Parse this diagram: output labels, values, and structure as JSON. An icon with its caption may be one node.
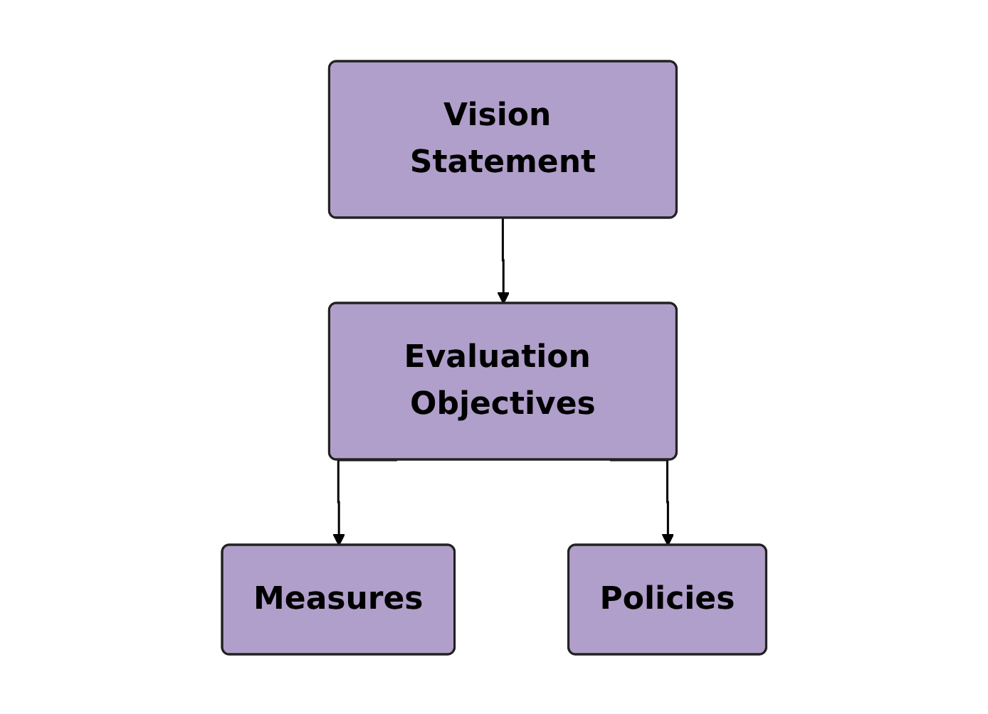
{
  "diagram": {
    "nodes": [
      {
        "text": [
          "Vision Statement"
        ]
      },
      {
        "text": [
          "Evaluation Objectives"
        ]
      },
      {
        "text": [
          "Measures"
        ]
      },
      {
        "text": [
          "Policies"
        ]
      }
    ],
    "edges": [
      {
        "from": 0,
        "to": 1,
        "arrow": "to"
      },
      {
        "from": 1,
        "to": 2,
        "arrow": "to"
      },
      {
        "from": 1,
        "to": 3,
        "arrow": "to"
      }
    ]
  }
}
